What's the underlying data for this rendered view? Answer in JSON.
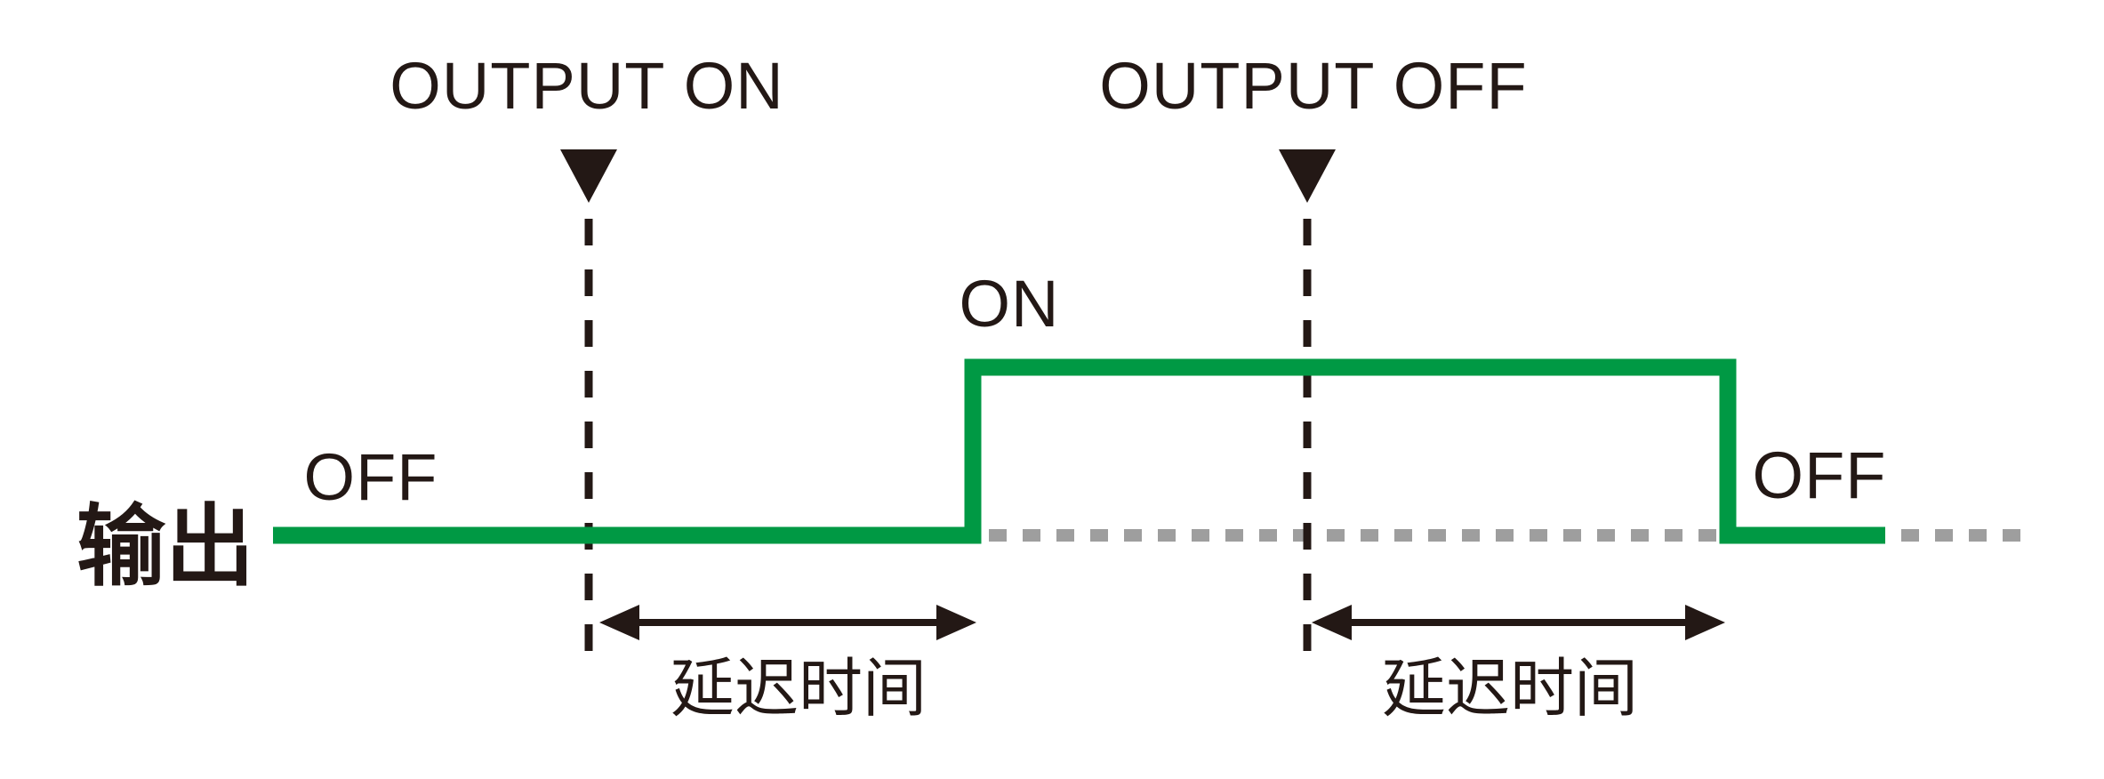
{
  "colors": {
    "background": "#ffffff",
    "ink": "#231815",
    "signal": "#009944",
    "baseline": "#9e9e9e"
  },
  "diagram": {
    "channel_label": "输出",
    "events": {
      "on": {
        "label": "OUTPUT ON"
      },
      "off": {
        "label": "OUTPUT OFF"
      }
    },
    "states": {
      "initial": "OFF",
      "active": "ON",
      "final": "OFF"
    },
    "delays": {
      "on_delay": {
        "label": "延迟时间"
      },
      "off_delay": {
        "label": "延迟时间"
      }
    }
  }
}
